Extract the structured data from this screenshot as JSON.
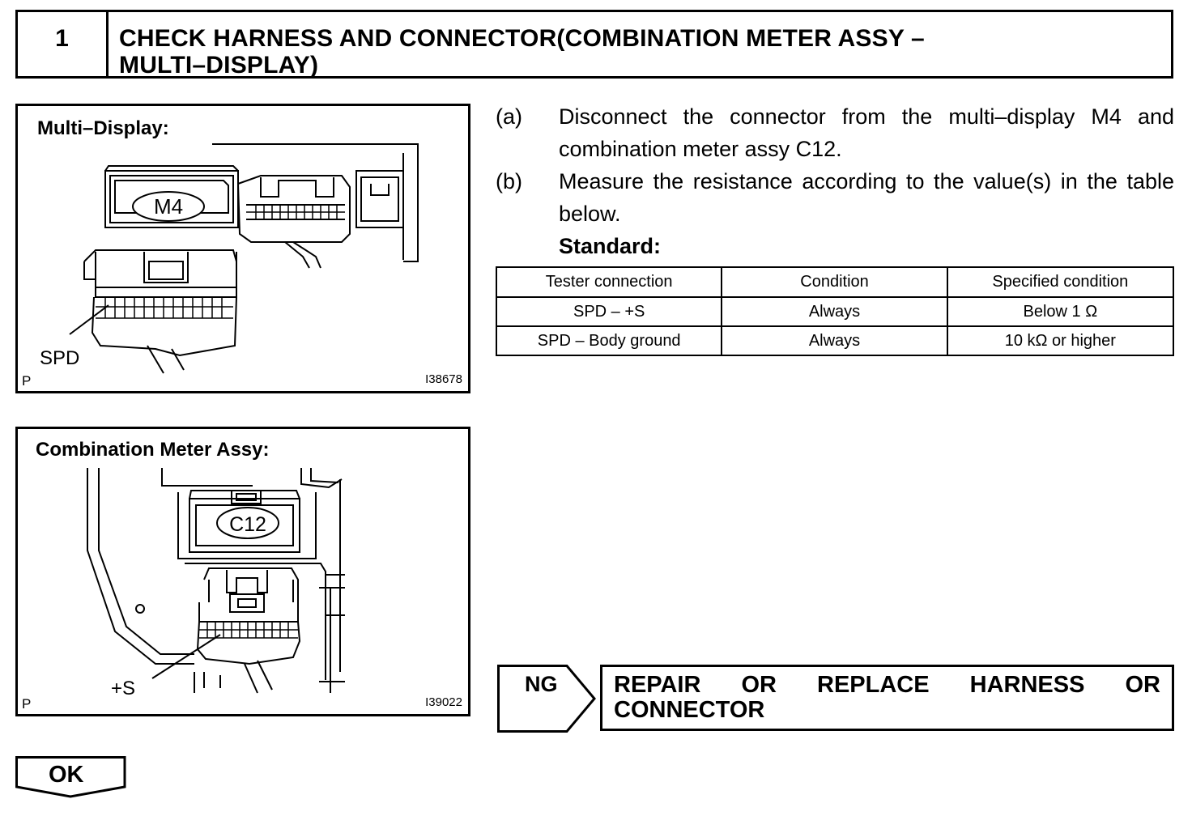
{
  "step": {
    "number": "1",
    "title_line1": "CHECK HARNESS AND CONNECTOR(COMBINATION METER ASSY –",
    "title_line2": "MULTI–DISPLAY)"
  },
  "figures": [
    {
      "title": "Multi–Display:",
      "connector_label": "M4",
      "terminal_label": "SPD",
      "corner_mark": "P",
      "code": "I38678"
    },
    {
      "title": "Combination  Meter Assy:",
      "connector_label": "C12",
      "terminal_label": "+S",
      "corner_mark": "P",
      "code": "I39022"
    }
  ],
  "instructions": [
    {
      "mark": "(a)",
      "text": "Disconnect the connector from the multi–display M4 and combination meter assy C12."
    },
    {
      "mark": "(b)",
      "text": "Measure the resistance according to the value(s) in the table below."
    }
  ],
  "standard_label": "Standard:",
  "table": {
    "headers": [
      "Tester connection",
      "Condition",
      "Specified condition"
    ],
    "rows": [
      [
        "SPD – +S",
        "Always",
        "Below 1 Ω"
      ],
      [
        "SPD – Body ground",
        "Always",
        "10 kΩ or higher"
      ]
    ]
  },
  "ng": {
    "label": "NG",
    "result_words": [
      "REPAIR",
      "OR",
      "REPLACE",
      "HARNESS",
      "OR"
    ],
    "result_line2": "CONNECTOR"
  },
  "ok": {
    "label": "OK"
  }
}
